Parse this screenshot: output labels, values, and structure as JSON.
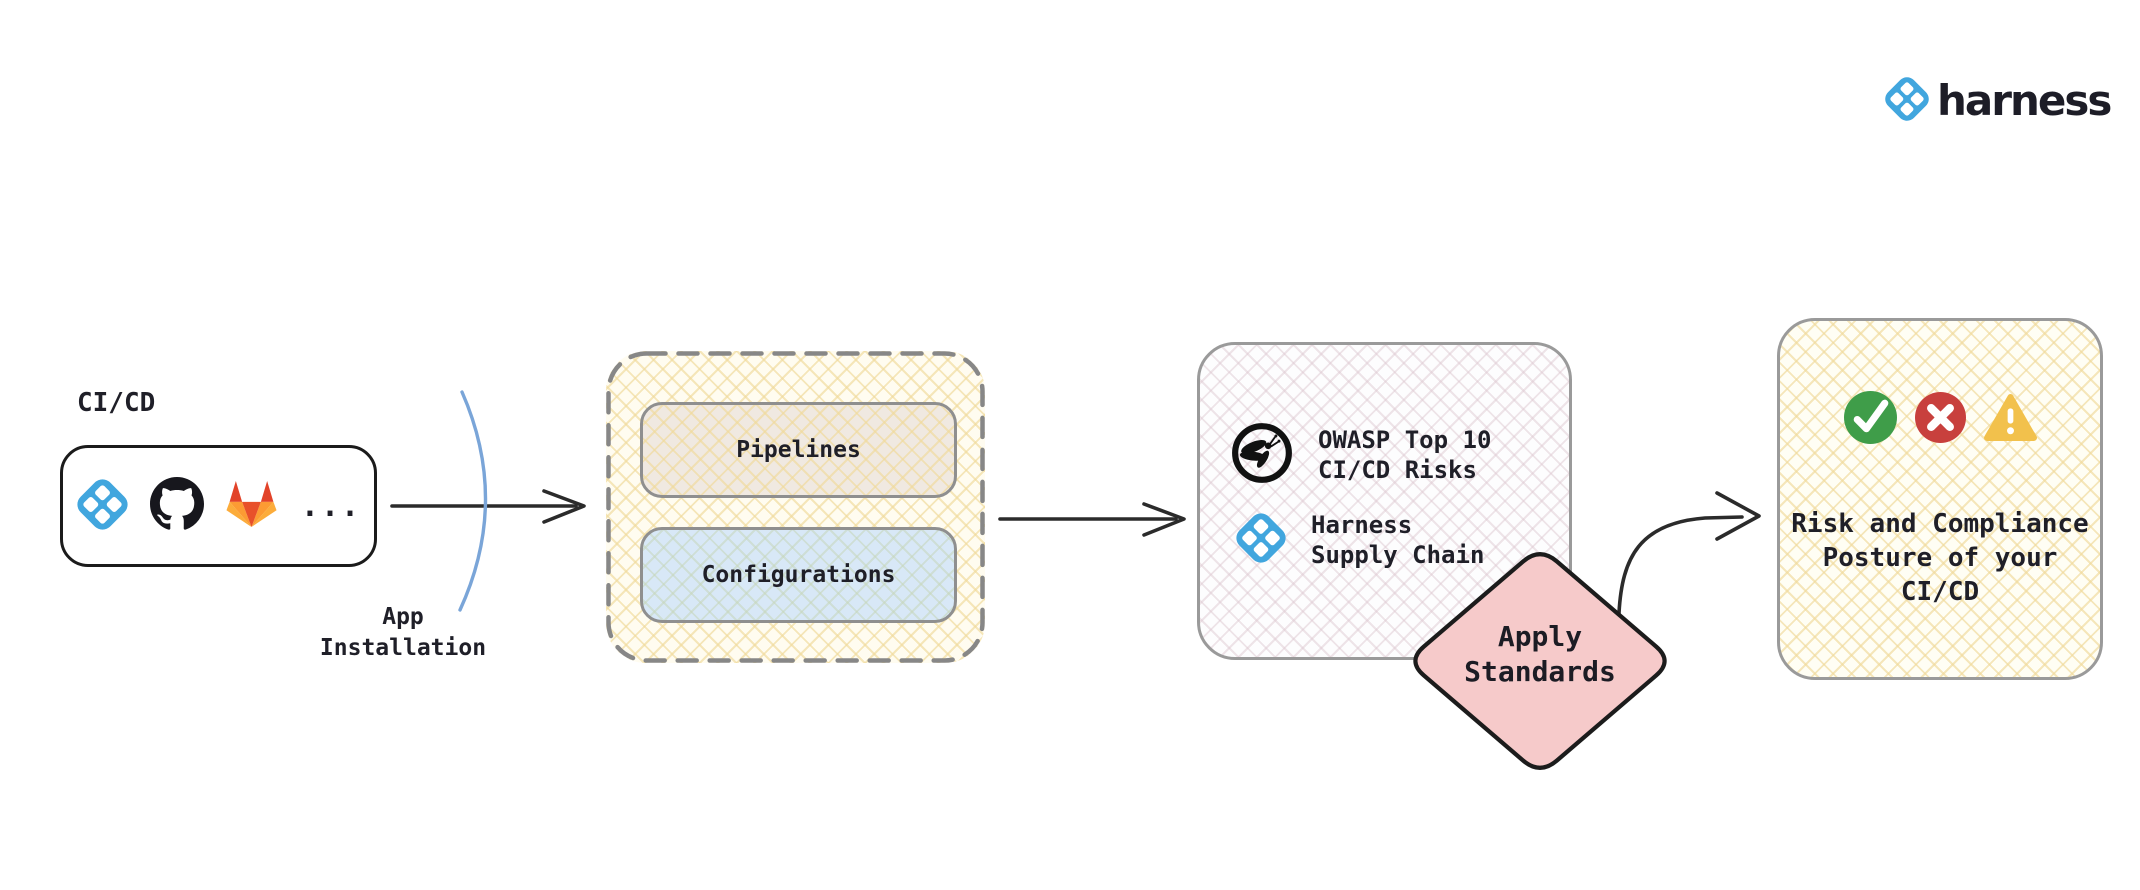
{
  "brand": {
    "name": "harness",
    "logo_icon": "harness-diamond-icon"
  },
  "colors": {
    "harness_blue": "#41a6de",
    "diamond_pink": "#f6caca",
    "success_green": "#3f9d49",
    "error_red": "#c8403d",
    "warning_yellow": "#f2c14c",
    "arc_blue": "#7aa5d8",
    "arrow_dark": "#2b2b2b",
    "border_gray": "#9a9a9a"
  },
  "source": {
    "title": "CI/CD",
    "more": "...",
    "icons": [
      "harness-icon",
      "github-icon",
      "gitlab-icon"
    ]
  },
  "app_installation": {
    "line1": "App",
    "line2": "Installation"
  },
  "workspace": {
    "pipelines_label": "Pipelines",
    "configurations_label": "Configurations"
  },
  "standards_box": {
    "owasp": {
      "icon": "owasp-wasp-icon",
      "line1": "OWASP Top 10",
      "line2": "CI/CD Risks"
    },
    "harness": {
      "icon": "harness-icon",
      "line1": "Harness",
      "line2": "Supply Chain"
    }
  },
  "diamond": {
    "line1": "Apply",
    "line2": "Standards"
  },
  "result_box": {
    "status_icons": [
      "check-circle-icon",
      "cross-circle-icon",
      "warning-triangle-icon"
    ],
    "line1": "Risk and Compliance",
    "line2": "Posture of your",
    "line3": "CI/CD"
  }
}
